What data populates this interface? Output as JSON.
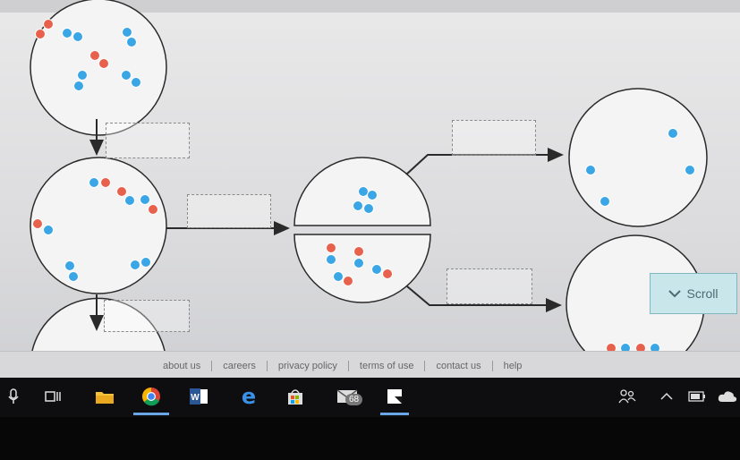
{
  "diagram": {
    "colors": {
      "red": "#e8614d",
      "blue": "#3aa6e6",
      "line": "#2a2a2a"
    }
  },
  "scroll_button": {
    "label": "Scroll",
    "icon": "chevron-down-icon"
  },
  "footer": {
    "links": [
      "about us",
      "careers",
      "privacy policy",
      "terms of use",
      "contact us",
      "help"
    ]
  },
  "taskbar": {
    "mail_badge": "68",
    "icons": [
      "microphone-icon",
      "task-view-icon",
      "file-explorer-icon",
      "chrome-icon",
      "word-icon",
      "edge-icon",
      "store-icon",
      "mail-icon",
      "app-icon"
    ],
    "tray_icons": [
      "people-icon",
      "chevron-up-icon",
      "battery-icon",
      "cloud-icon"
    ]
  }
}
